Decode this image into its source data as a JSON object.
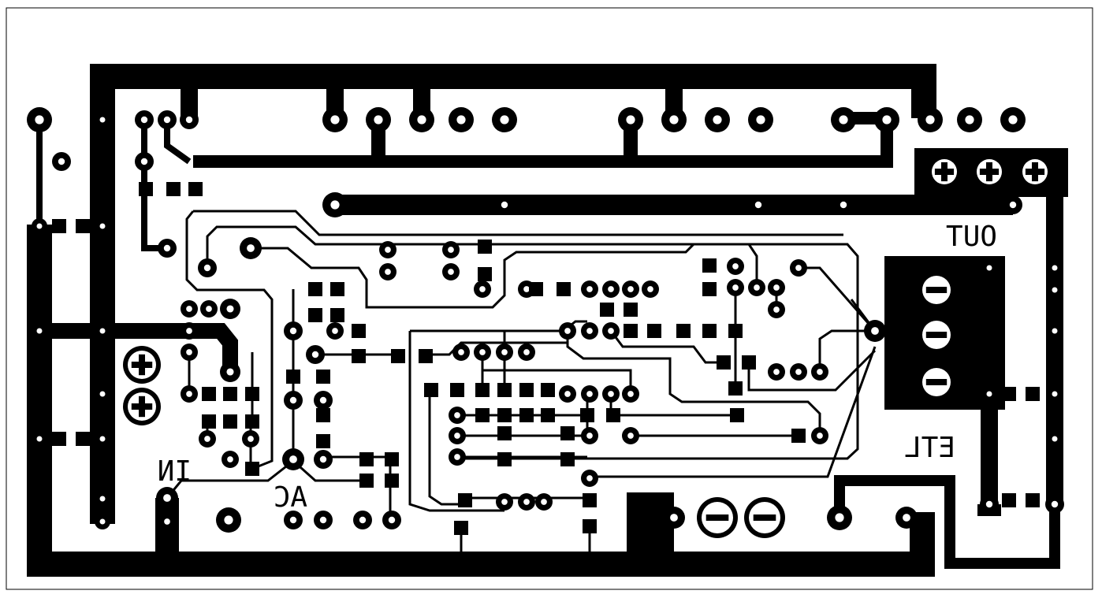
{
  "labels": {
    "out": "OUT",
    "etl": "ETL",
    "in": "IN",
    "ac": "AC"
  },
  "colors": {
    "copper": "#000000",
    "background": "#ffffff"
  },
  "mirrored": true
}
